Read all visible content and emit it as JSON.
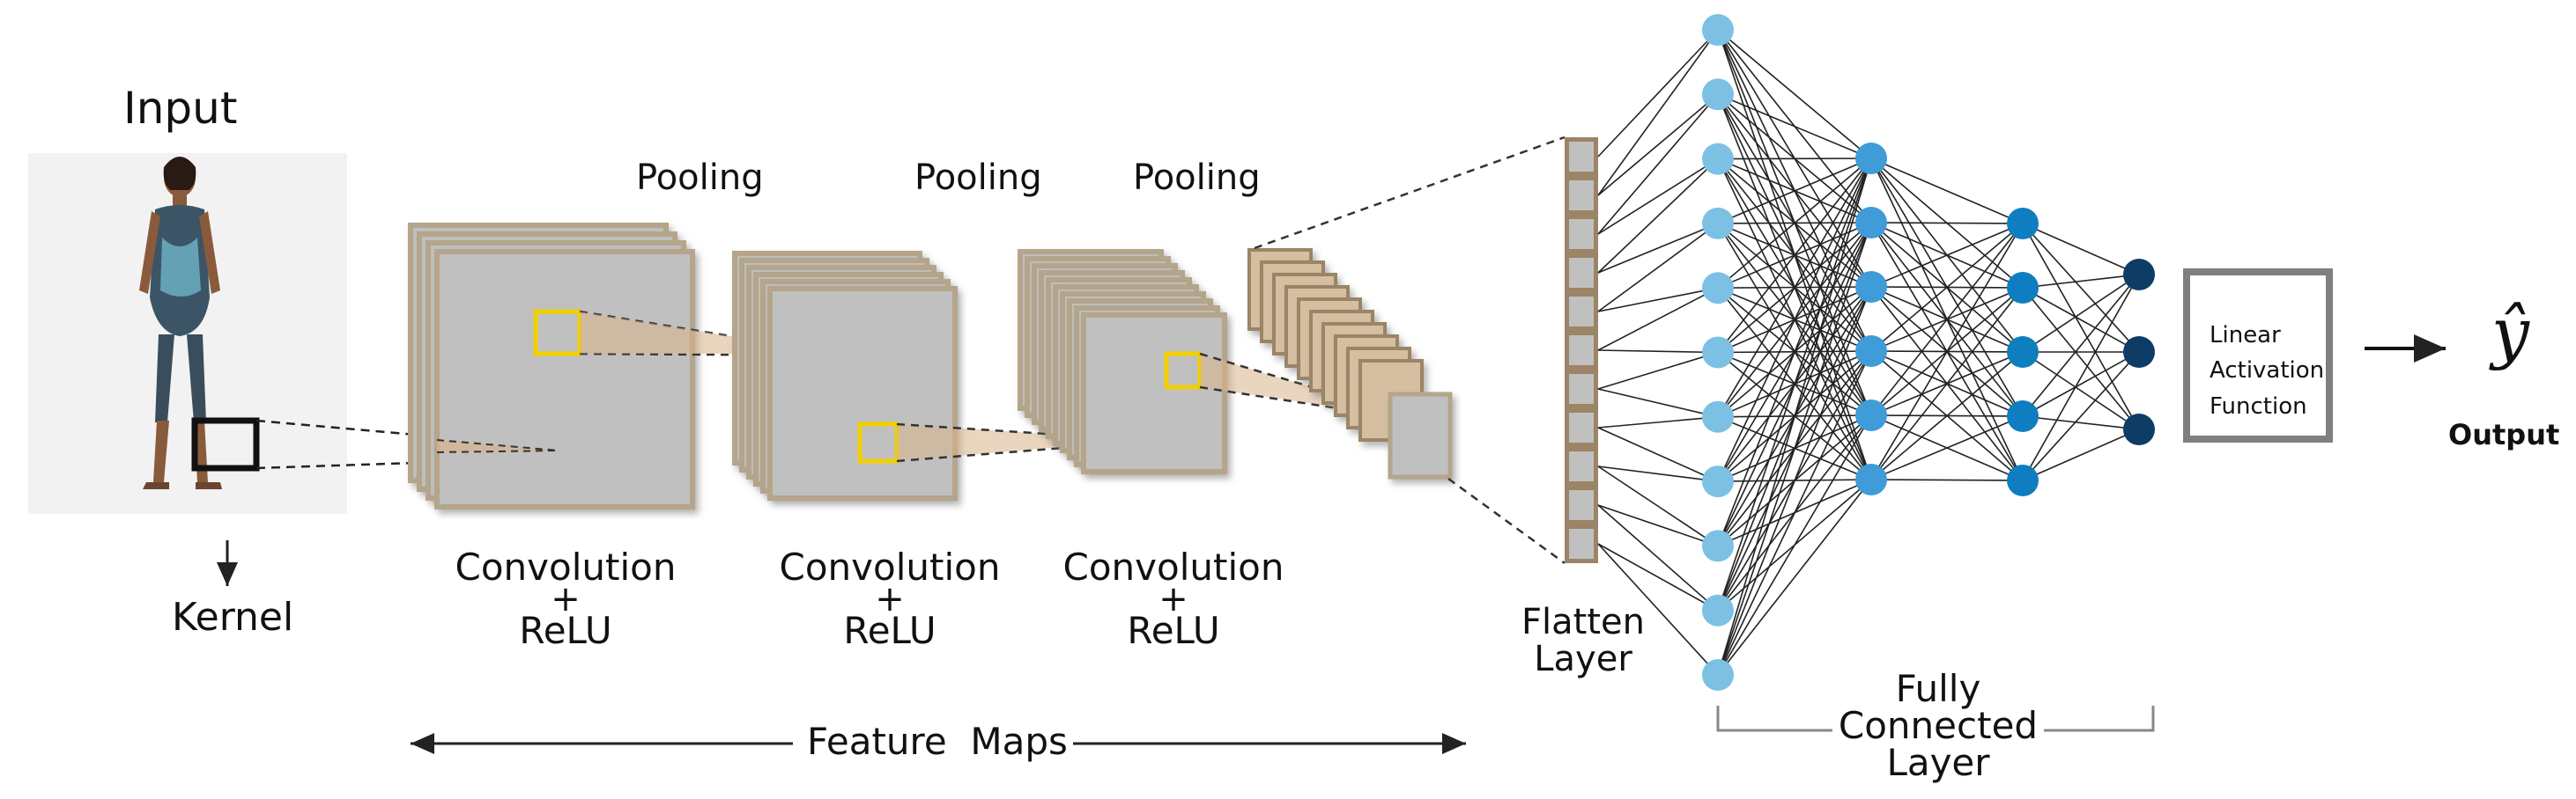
{
  "input": {
    "title": "Input"
  },
  "kernel": {
    "label": "Kernel"
  },
  "pooling": [
    "Pooling",
    "Pooling",
    "Pooling"
  ],
  "conv_blocks": [
    {
      "line1": "Convolution",
      "plus": "+",
      "line2": "ReLU"
    },
    {
      "line1": "Convolution",
      "plus": "+",
      "line2": "ReLU"
    },
    {
      "line1": "Convolution",
      "plus": "+",
      "line2": "ReLU"
    }
  ],
  "flatten": {
    "line1": "Flatten",
    "line2": "Layer"
  },
  "fully_connected": {
    "line1": "Fully",
    "line2": "Connected",
    "line3": "Layer"
  },
  "feature_maps": {
    "label": "Feature  Maps"
  },
  "activation": {
    "line1": "Linear",
    "line2": "Activation",
    "line3": "Function"
  },
  "output": {
    "symbol": "ŷ",
    "label": "Output"
  },
  "network": {
    "layer_sizes": [
      11,
      6,
      5,
      3
    ]
  },
  "colors": {
    "map_fill": "#c0c0c0",
    "map_border": "#b5a58a",
    "map_shadow": "#888888",
    "kernel_box": "#f0d000",
    "node_light": "#7cc1e4",
    "node_mid": "#3f9cd8",
    "node_dark": "#0f7ec0",
    "node_out": "#0d3c66",
    "edge": "#222222",
    "bracket": "#888888",
    "activation_border": "#7f7f7f"
  }
}
